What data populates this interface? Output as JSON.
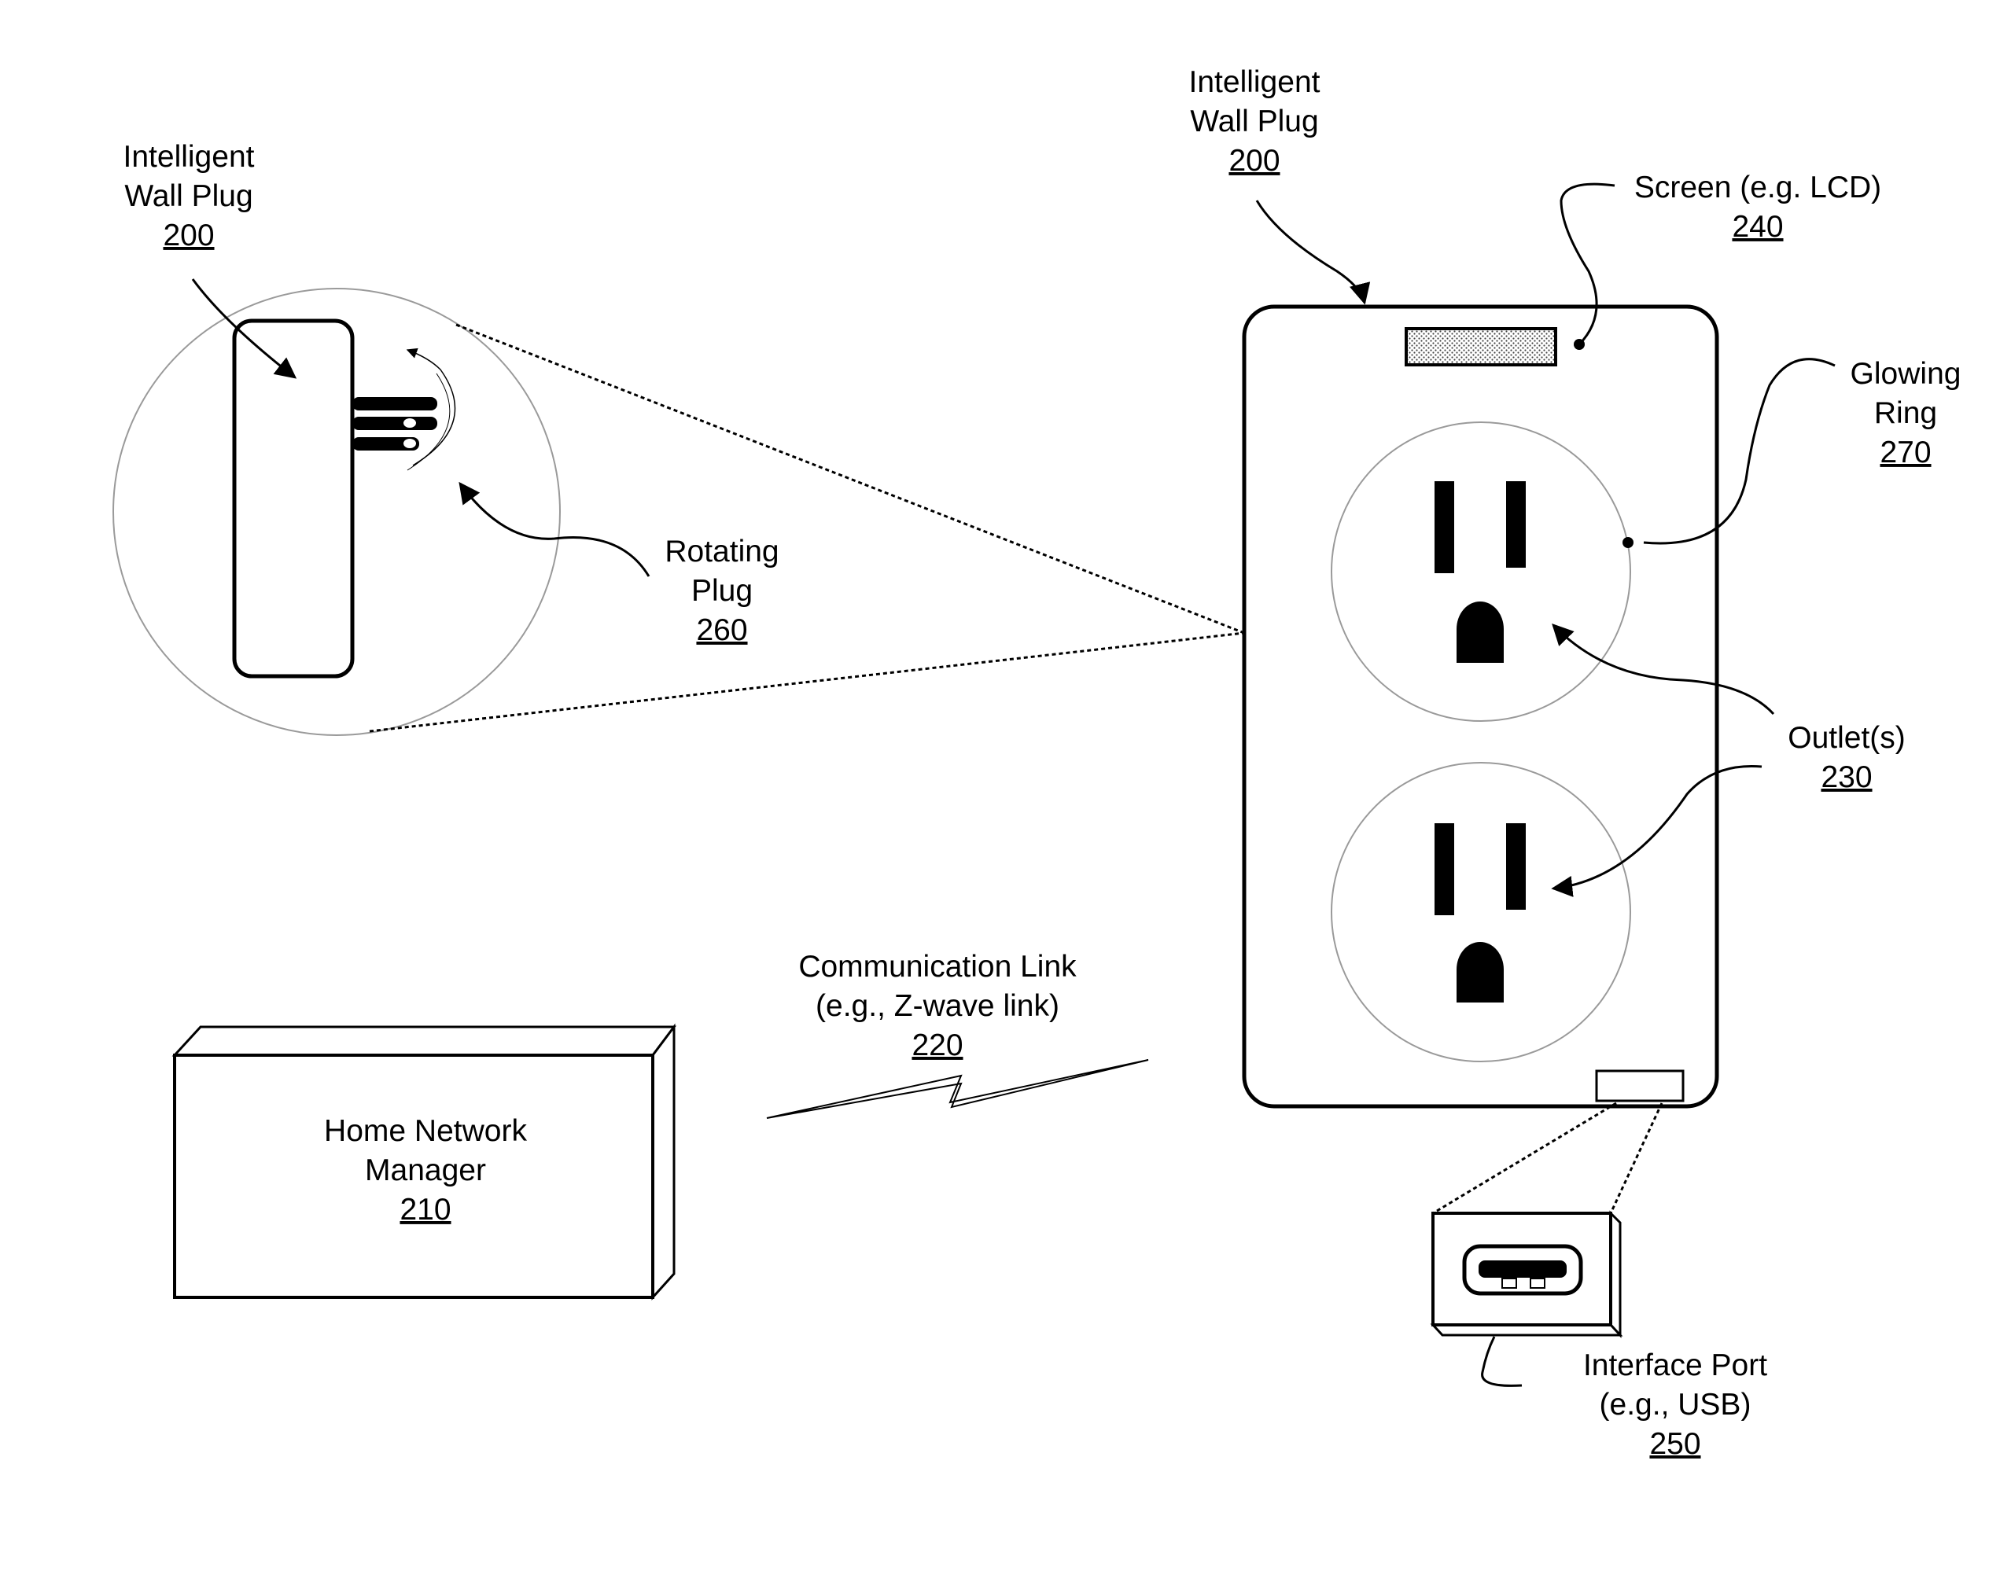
{
  "labels": {
    "wall_plug_side": {
      "line1": "Intelligent",
      "line2": "Wall Plug",
      "ref": "200"
    },
    "wall_plug_front": {
      "line1": "Intelligent",
      "line2": "Wall Plug",
      "ref": "200"
    },
    "screen": {
      "line1": "Screen (e.g. LCD)",
      "ref": "240"
    },
    "glowing_ring": {
      "line1": "Glowing",
      "line2": "Ring",
      "ref": "270"
    },
    "rotating_plug": {
      "line1": "Rotating",
      "line2": "Plug",
      "ref": "260"
    },
    "outlets": {
      "line1": "Outlet(s)",
      "ref": "230"
    },
    "comm_link": {
      "line1": "Communication Link",
      "line2": "(e.g., Z-wave link)",
      "ref": "220"
    },
    "home_network_manager": {
      "line1": "Home Network",
      "line2": "Manager",
      "ref": "210"
    },
    "interface_port": {
      "line1": "Interface Port",
      "line2": "(e.g., USB)",
      "ref": "250"
    }
  },
  "colors": {
    "stroke": "#000000",
    "circle_stroke": "#9a9a9a",
    "screen_fill": "#d8d8d8"
  }
}
